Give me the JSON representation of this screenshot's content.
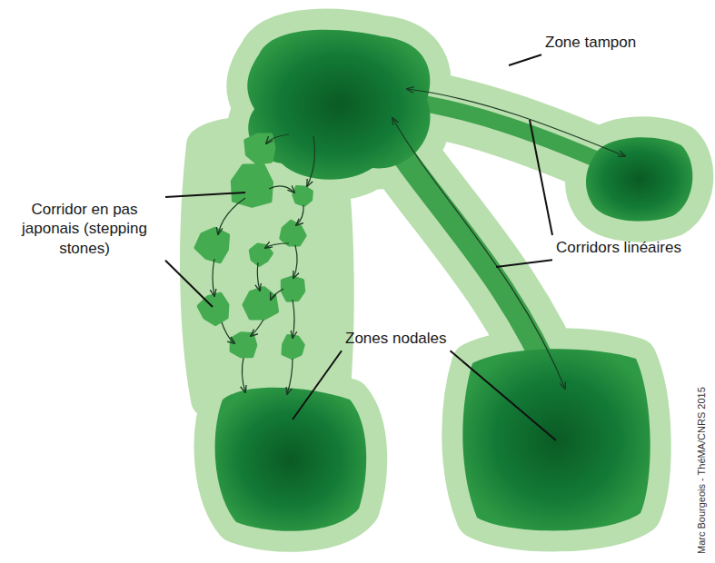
{
  "diagram": {
    "labels": [
      "Zone tampon",
      "Corridor en pas japonais (stepping stones)",
      "Corridors linéaires",
      "Zones nodales",
      "Marc Bourgeois - ThéMA/CNRS 2015"
    ]
  }
}
